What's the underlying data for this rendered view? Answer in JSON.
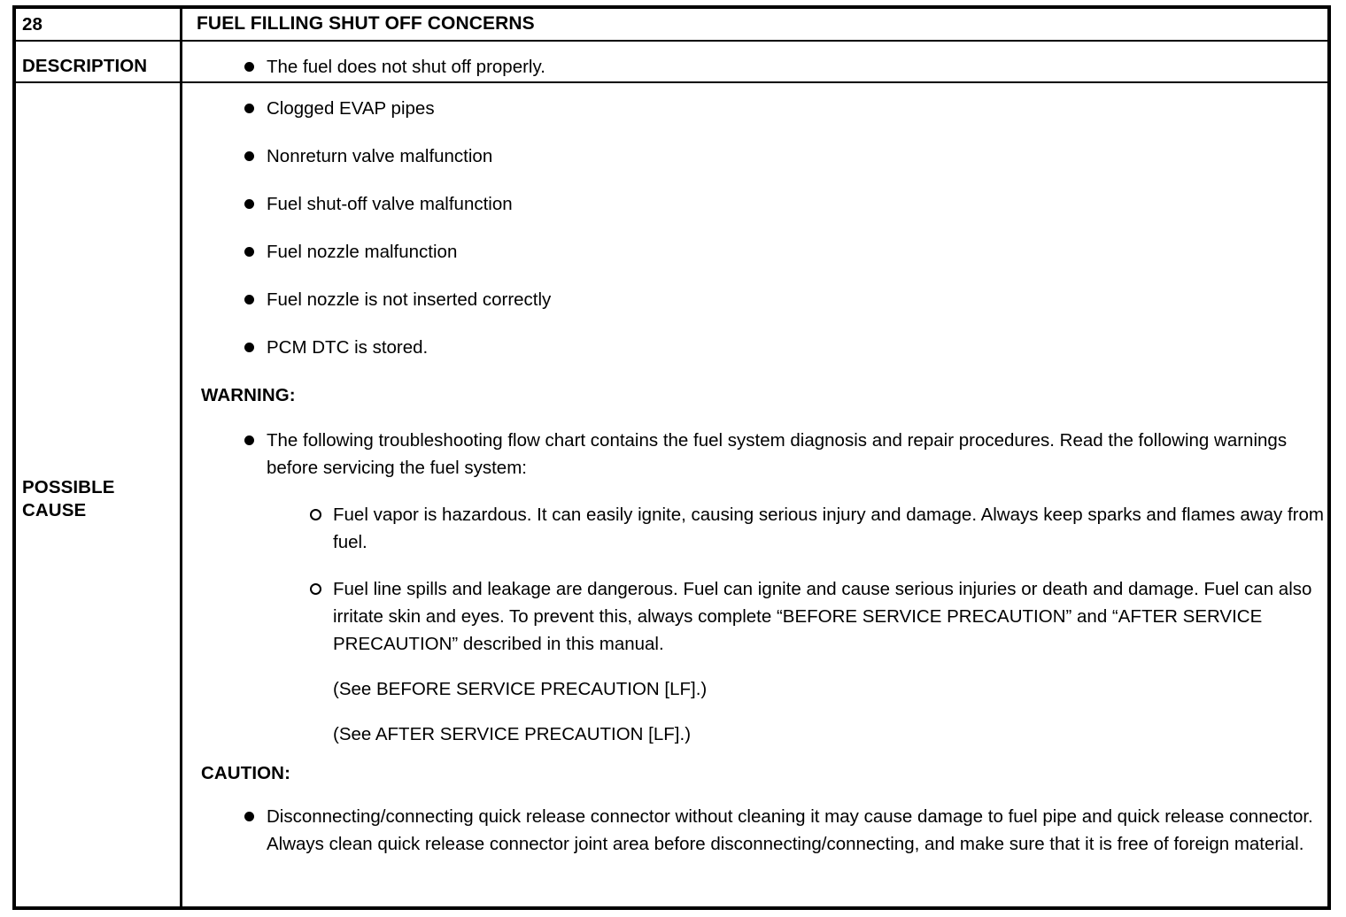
{
  "table": {
    "row_number": "28",
    "title": "FUEL FILLING SHUT OFF CONCERNS",
    "labels": {
      "description": "DESCRIPTION",
      "possible_cause_line1": "POSSIBLE",
      "possible_cause_line2": "CAUSE"
    },
    "description": {
      "items": [
        "The fuel does not shut off properly."
      ]
    },
    "possible_cause": {
      "items": [
        "Clogged EVAP pipes",
        "Nonreturn valve malfunction",
        "Fuel shut-off valve malfunction",
        "Fuel nozzle malfunction",
        "Fuel nozzle is not inserted correctly",
        "PCM DTC is stored."
      ],
      "warning": {
        "heading": "WARNING:",
        "bullets": [
          "The following troubleshooting flow chart contains the fuel system diagnosis and repair procedures. Read the following warnings before servicing the fuel system:"
        ],
        "sub_bullets": [
          "Fuel vapor is hazardous. It can easily ignite, causing serious injury and damage. Always keep sparks and flames away from fuel.",
          "Fuel line spills and leakage are dangerous. Fuel can ignite and cause serious injuries or death and damage. Fuel can also irritate skin and eyes. To prevent this, always complete “BEFORE SERVICE PRECAUTION” and “AFTER SERVICE PRECAUTION” described in this manual."
        ],
        "references": [
          "(See BEFORE SERVICE PRECAUTION [LF].)",
          "(See AFTER SERVICE PRECAUTION [LF].)"
        ]
      },
      "caution": {
        "heading": "CAUTION:",
        "bullets": [
          "Disconnecting/connecting quick release connector without cleaning it may cause damage to fuel pipe and quick release connector. Always clean quick release connector joint area before disconnecting/connecting, and make sure that it is free of foreign material."
        ]
      }
    }
  },
  "icons": {
    "filled_bullet": "filled-bullet-icon",
    "hollow_bullet": "hollow-bullet-icon"
  },
  "colors": {
    "text": "#000000",
    "background": "#ffffff",
    "border": "#000000"
  }
}
